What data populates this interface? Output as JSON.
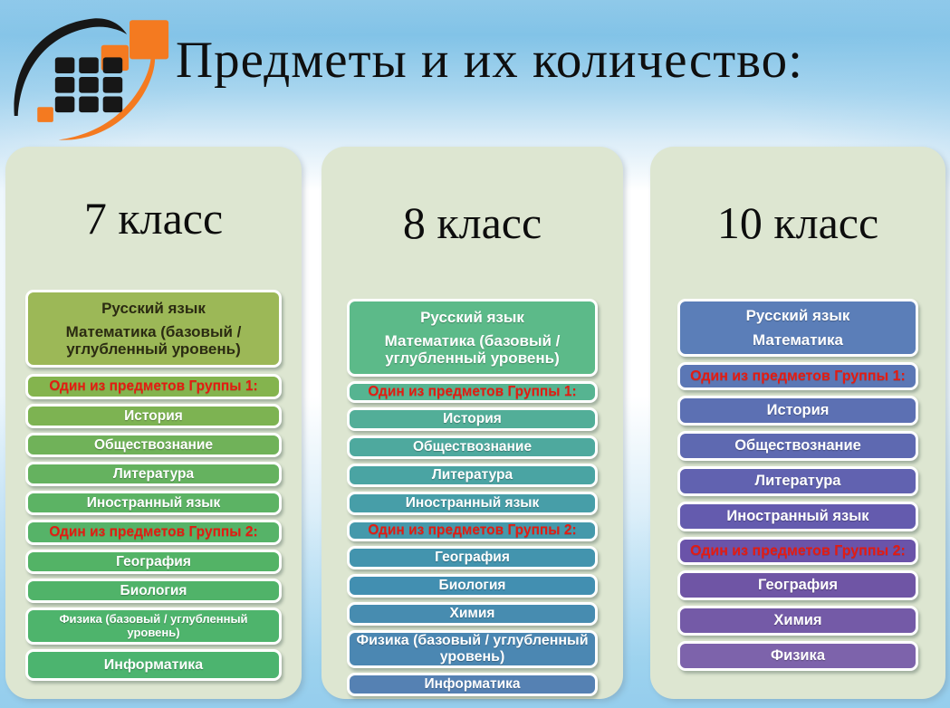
{
  "slide": {
    "title": "Предметы и их количество:"
  },
  "colors": {
    "panel_bg": "#dde6d1",
    "group_label_red": "#e41b11",
    "title_text": "#0f0f0f",
    "intro_dark_text": "#2b2b12",
    "logo_orange": "#f47a20",
    "logo_black": "#171717",
    "background_top_blue": "#82c3e7",
    "background_bottom_blue": "#9bd2ee"
  },
  "columns": [
    {
      "id": "grade-7",
      "heading": "7 класс",
      "items": [
        {
          "lines": [
            "Русский язык",
            "Математика (базовый / углубленный уровень)"
          ],
          "bg": "#9cb857"
        },
        {
          "label": "Один из предметов Группы 1:",
          "bg": "#84b44e"
        },
        {
          "label": "История",
          "bg": "#7db352"
        },
        {
          "label": "Обществознание",
          "bg": "#70b259"
        },
        {
          "label": "Литература",
          "bg": "#65b25f"
        },
        {
          "label": "Иностранный язык",
          "bg": "#5cb364"
        },
        {
          "label": "Один из предметов Группы 2:",
          "bg": "#56b368"
        },
        {
          "label": "География",
          "bg": "#53b366"
        },
        {
          "label": "Биология",
          "bg": "#50b369"
        },
        {
          "label": "Физика (базовый / углубленный уровень)",
          "bg": "#4eb46c"
        },
        {
          "label": "Информатика",
          "bg": "#4cb46f"
        }
      ]
    },
    {
      "id": "grade-8",
      "heading": "8 класс",
      "items": [
        {
          "lines": [
            "Русский язык",
            "Математика (базовый / углубленный уровень)"
          ],
          "bg": "#5cba89"
        },
        {
          "label": "Один из предметов Группы 1:",
          "bg": "#56b491"
        },
        {
          "label": "История",
          "bg": "#52ae98"
        },
        {
          "label": "Обществознание",
          "bg": "#4ea99e"
        },
        {
          "label": "Литература",
          "bg": "#4aa4a3"
        },
        {
          "label": "Иностранный язык",
          "bg": "#479ea8"
        },
        {
          "label": "Один из предметов Группы 2:",
          "bg": "#4599ab"
        },
        {
          "label": "География",
          "bg": "#4394ae"
        },
        {
          "label": "Биология",
          "bg": "#428fb1"
        },
        {
          "label": "Химия",
          "bg": "#478cb0"
        },
        {
          "label": "Физика (базовый / углубленный уровень)",
          "bg": "#4b87b2"
        },
        {
          "label": "Информатика",
          "bg": "#5581b3"
        }
      ]
    },
    {
      "id": "grade-10",
      "heading": "10 класс",
      "items": [
        {
          "lines": [
            "Русский язык",
            "Математика"
          ],
          "bg": "#5b7eb8"
        },
        {
          "label": "Один из предметов Группы 1:",
          "bg": "#5b77b5"
        },
        {
          "label": "История",
          "bg": "#5c70b3"
        },
        {
          "label": "Обществознание",
          "bg": "#5e69b1"
        },
        {
          "label": "Литература",
          "bg": "#6162b0"
        },
        {
          "label": "Иностранный язык",
          "bg": "#645bae"
        },
        {
          "label": "Один из предметов Группы 2:",
          "bg": "#6a53a9"
        },
        {
          "label": "География",
          "bg": "#6f55a5"
        },
        {
          "label": "Химия",
          "bg": "#745aa7"
        },
        {
          "label": "Физика",
          "bg": "#7d63ab"
        }
      ]
    }
  ]
}
